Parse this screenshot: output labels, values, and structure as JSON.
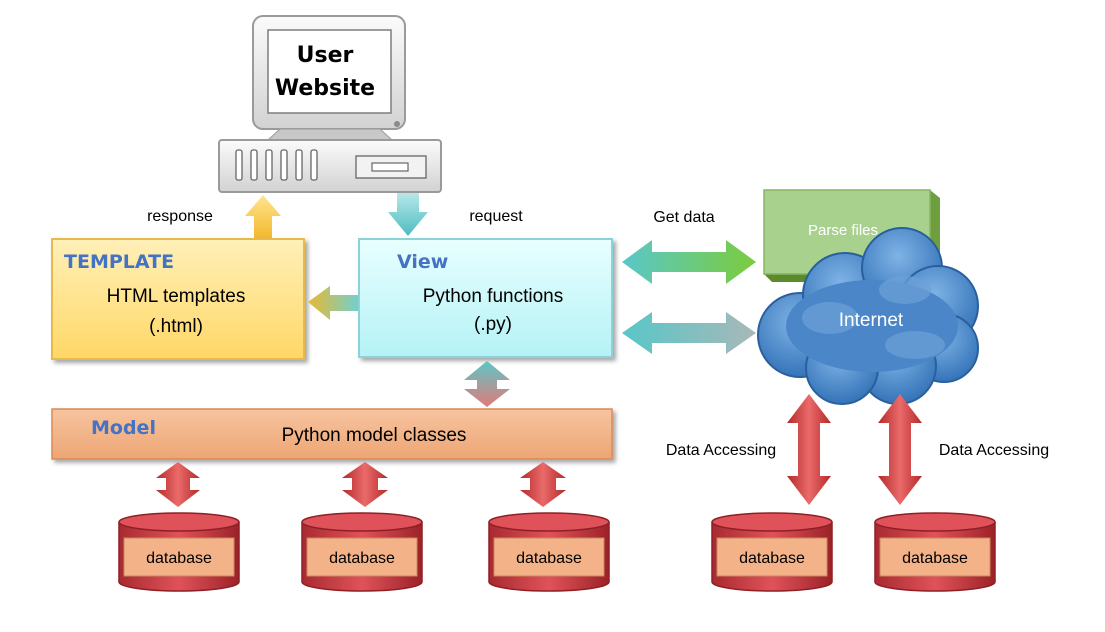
{
  "computer": {
    "screen_line1": "User",
    "screen_line2": "Website"
  },
  "labels": {
    "response": "response",
    "request": "request",
    "get_data": "Get data",
    "data_accessing_left": "Data Accessing",
    "data_accessing_right": "Data Accessing"
  },
  "template_box": {
    "title": "TEMPLATE",
    "line1": "HTML templates",
    "line2": "(.html)"
  },
  "view_box": {
    "title": "View",
    "line1": "Python functions",
    "line2": "(.py)"
  },
  "model_bar": {
    "title": "Model",
    "text": "Python model classes"
  },
  "parse_files": {
    "label": "Parse  files"
  },
  "internet": {
    "label": "Internet"
  },
  "databases": [
    {
      "label": "database"
    },
    {
      "label": "database"
    },
    {
      "label": "database"
    },
    {
      "label": "database"
    },
    {
      "label": "database"
    }
  ],
  "colors": {
    "template_fill": "#ffe699",
    "view_fill": "#ccfcfc",
    "model_fill": "#f2b285",
    "database_fill": "#c73a42",
    "database_label_fill": "#f4b289",
    "parse_fill": "#a9d18e",
    "cloud_fill": "#4a86c8",
    "title_blue": "#4472c4",
    "arrow_red": "#d03a3a",
    "arrow_teal": "#5fc3c3",
    "arrow_green": "#7ac943"
  }
}
